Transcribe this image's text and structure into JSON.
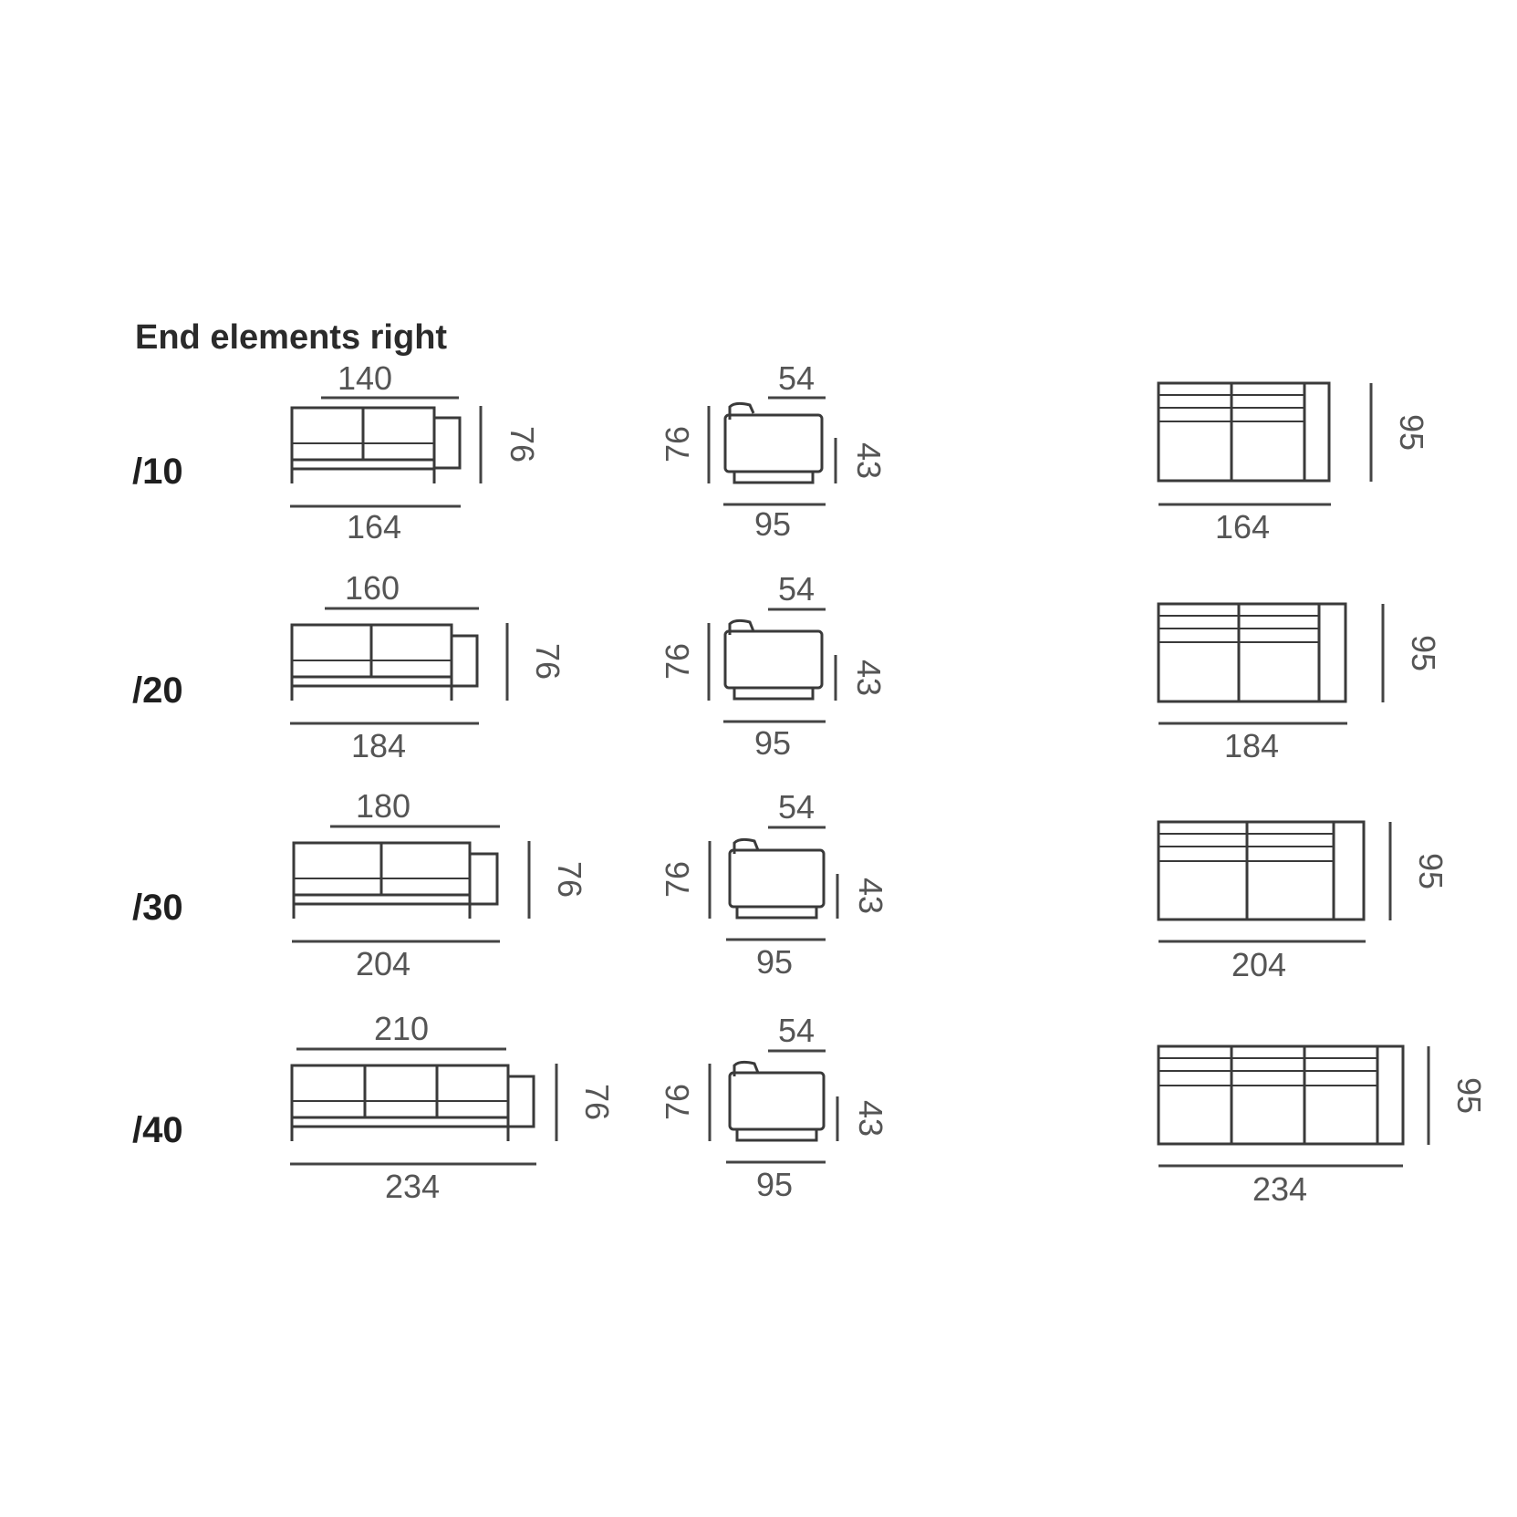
{
  "title": "End elements right",
  "rows": [
    {
      "code": "/10",
      "front_top": "140",
      "front_height": "76",
      "front_width": "164",
      "side_top": "54",
      "side_height": "76",
      "side_seat": "43",
      "side_depth": "95",
      "plan_depth": "95",
      "plan_width": "164"
    },
    {
      "code": "/20",
      "front_top": "160",
      "front_height": "76",
      "front_width": "184",
      "side_top": "54",
      "side_height": "76",
      "side_seat": "43",
      "side_depth": "95",
      "plan_depth": "95",
      "plan_width": "184"
    },
    {
      "code": "/30",
      "front_top": "180",
      "front_height": "76",
      "front_width": "204",
      "side_top": "54",
      "side_height": "76",
      "side_seat": "43",
      "side_depth": "95",
      "plan_depth": "95",
      "plan_width": "204"
    },
    {
      "code": "/40",
      "front_top": "210",
      "front_height": "76",
      "front_width": "234",
      "side_top": "54",
      "side_height": "76",
      "side_seat": "43",
      "side_depth": "95",
      "plan_depth": "95",
      "plan_width": "234"
    }
  ]
}
